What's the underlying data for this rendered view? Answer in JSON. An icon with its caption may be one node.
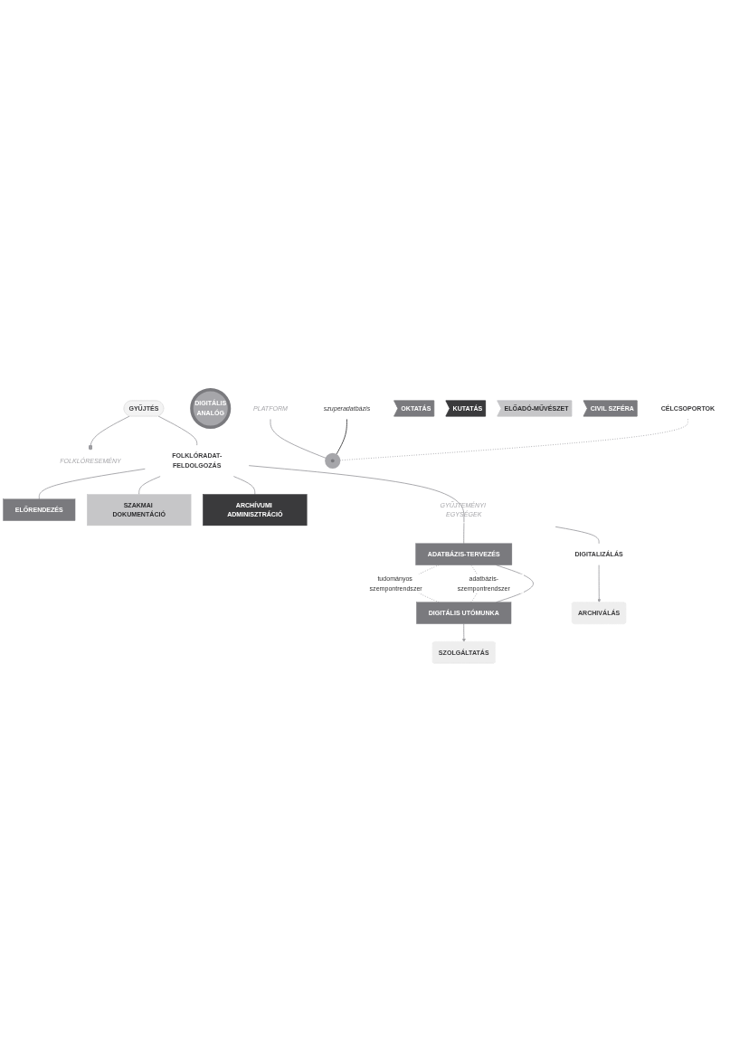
{
  "diagram": {
    "nodes": [
      {
        "text": [
          "GYŰJTÉS"
        ]
      },
      {
        "text": [
          "FOLKLÓRESEMÉNY"
        ]
      },
      {
        "text": [
          "FOLKLÓRADAT-FELDOLGOZÁS"
        ]
      },
      {
        "text": [
          "ELŐRENDEZÉS"
        ]
      },
      {
        "text": [
          "SZAKMAI DOKUMENTÁCIÓ"
        ]
      },
      {
        "text": [
          "ARCHÍVUMI ADMINISZTRÁCIÓ"
        ]
      },
      {
        "text": [
          "GYŰJTEMÉNYI EGYSÉGEK"
        ]
      },
      {
        "text": [
          "ADATBÁZIS-TERVEZÉS"
        ]
      },
      {
        "text": [
          "DIGITÁLIS UTÓMUNKA"
        ]
      },
      {
        "text": [
          "DIGITALIZÁLÁS"
        ]
      },
      {
        "text": [
          "ARCHIVÁLÁS"
        ]
      },
      {
        "text": [
          "DIGITÁLIS",
          "ANALÓG"
        ]
      },
      {
        "text": [
          "SZOLGÁLTATÁS"
        ]
      },
      {
        "text": [],
        "shape": "circle"
      },
      {
        "text": [
          "PLATFORM"
        ]
      },
      {
        "text": [
          "szuperadatbázis"
        ]
      },
      {
        "text": [
          "OKTATÁS"
        ]
      },
      {
        "text": [
          "KUTATÁS"
        ]
      },
      {
        "text": [
          "ELŐADÓ-MŰVÉSZET"
        ]
      },
      {
        "text": [
          "CIVIL SZFÉRA"
        ]
      },
      {
        "text": [
          "CÉLCSOPORTOK"
        ]
      }
    ],
    "edges": [
      {
        "from": 0,
        "to": 1,
        "arrow": "other"
      },
      {
        "from": 0,
        "to": 2,
        "arrow": "none"
      },
      {
        "from": 2,
        "to": 3,
        "arrow": "none"
      },
      {
        "from": 2,
        "to": 4,
        "arrow": "none"
      },
      {
        "from": 2,
        "to": 5,
        "arrow": "none"
      },
      {
        "from": 2,
        "to": 6,
        "arrow": "none"
      },
      {
        "from": 6,
        "to": 7,
        "arrow": "none"
      },
      {
        "from": 6,
        "to": 9,
        "arrow": "none"
      },
      {
        "from": 7,
        "to": 8,
        "arrow": "none",
        "label": "tudományos szempontrendszer",
        "style": "dashed"
      },
      {
        "from": 7,
        "to": 8,
        "arrow": "none",
        "label": "adatbázis-szempontrendszer",
        "style": "dashed"
      },
      {
        "from": 7,
        "to": 8,
        "arrow": "none"
      },
      {
        "from": 8,
        "to": 12,
        "arrow": "to"
      },
      {
        "from": 9,
        "to": 10,
        "arrow": "to"
      },
      {
        "from": 14,
        "to": 13,
        "arrow": "none"
      },
      {
        "from": 15,
        "to": 13,
        "arrow": "none",
        "color": "#3a3a3c"
      },
      {
        "from": 20,
        "to": 13,
        "arrow": "to",
        "style": "dashed"
      }
    ]
  }
}
